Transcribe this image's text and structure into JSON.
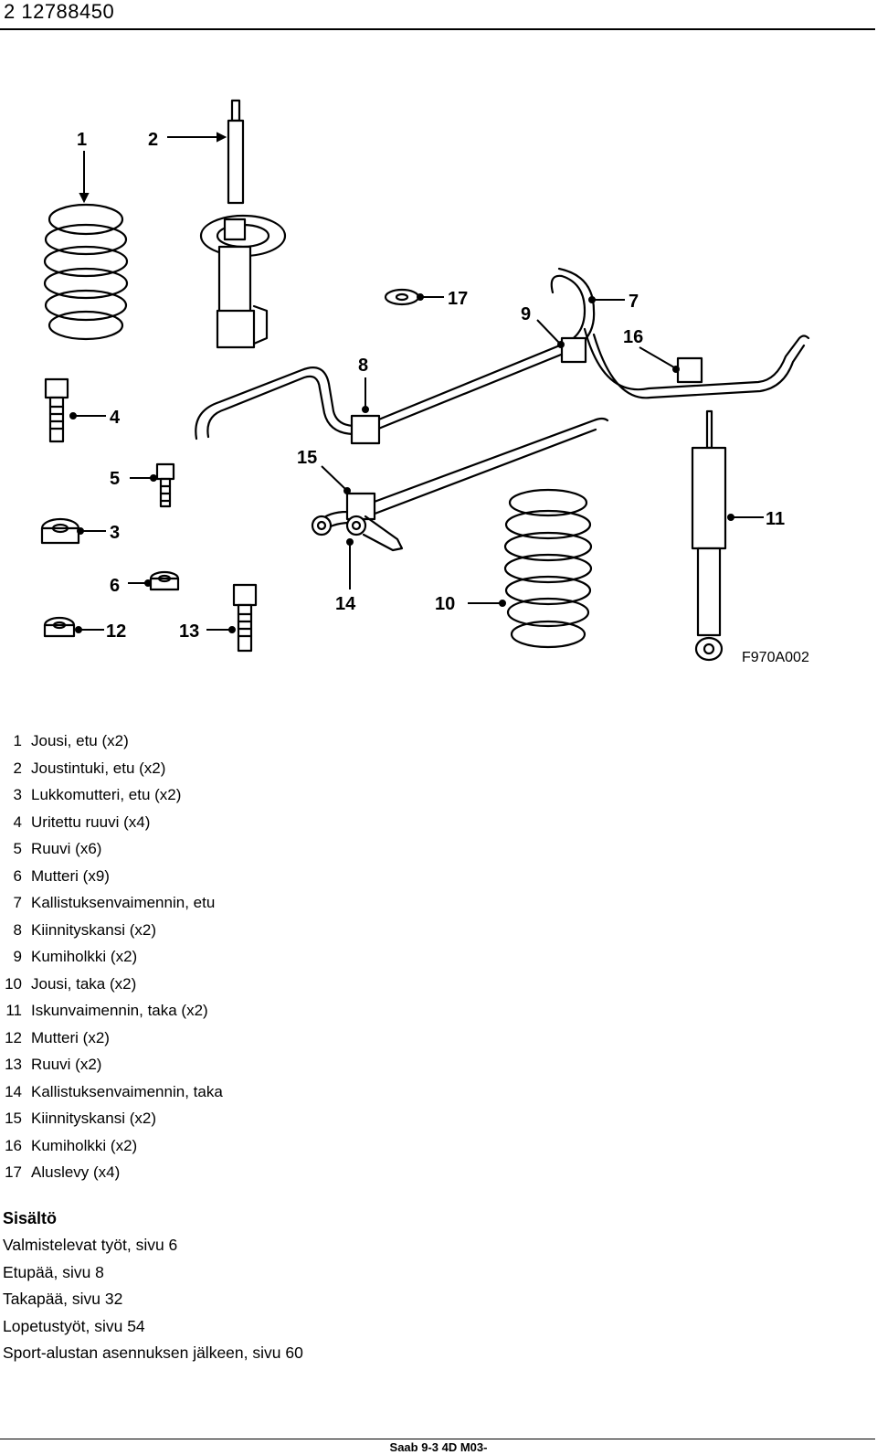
{
  "header": {
    "page_ref": "2 12788450"
  },
  "figure": {
    "code": "F970A002",
    "callouts": [
      "1",
      "2",
      "4",
      "5",
      "3",
      "6",
      "12",
      "13",
      "17",
      "9",
      "7",
      "16",
      "8",
      "15",
      "14",
      "10",
      "11"
    ]
  },
  "parts": [
    {
      "num": "1",
      "label": "Jousi, etu (x2)"
    },
    {
      "num": "2",
      "label": "Joustintuki, etu (x2)"
    },
    {
      "num": "3",
      "label": "Lukkomutteri, etu (x2)"
    },
    {
      "num": "4",
      "label": "Uritettu ruuvi (x4)"
    },
    {
      "num": "5",
      "label": "Ruuvi (x6)"
    },
    {
      "num": "6",
      "label": "Mutteri (x9)"
    },
    {
      "num": "7",
      "label": "Kallistuksenvaimennin, etu"
    },
    {
      "num": "8",
      "label": "Kiinnityskansi (x2)"
    },
    {
      "num": "9",
      "label": "Kumiholkki (x2)"
    },
    {
      "num": "10",
      "label": "Jousi, taka (x2)"
    },
    {
      "num": "11",
      "label": "Iskunvaimennin, taka (x2)"
    },
    {
      "num": "12",
      "label": "Mutteri (x2)"
    },
    {
      "num": "13",
      "label": "Ruuvi (x2)"
    },
    {
      "num": "14",
      "label": "Kallistuksenvaimennin, taka"
    },
    {
      "num": "15",
      "label": "Kiinnityskansi (x2)"
    },
    {
      "num": "16",
      "label": "Kumiholkki (x2)"
    },
    {
      "num": "17",
      "label": "Aluslevy (x4)"
    }
  ],
  "contents": {
    "title": "Sisältö",
    "items": [
      "Valmistelevat työt, sivu 6",
      "Etupää, sivu 8",
      "Takapää, sivu 32",
      "Lopetustyöt, sivu 54",
      "Sport-alustan asennuksen jälkeen, sivu 60"
    ]
  },
  "footer": {
    "text": "Saab 9-3 4D M03-"
  }
}
